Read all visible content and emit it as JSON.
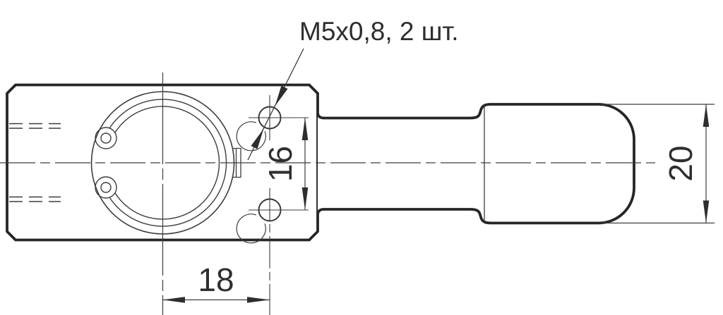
{
  "drawing": {
    "callout": {
      "label": "М5х0,8, 2 шт."
    },
    "dimensions": {
      "hole_spacing": "16",
      "hole_offset": "18",
      "cap_height": "20"
    },
    "colors": {
      "thick_line": "#262626",
      "thin_line": "#3d3d3d",
      "text": "#2e2e2e",
      "background": "#ffffff"
    }
  }
}
